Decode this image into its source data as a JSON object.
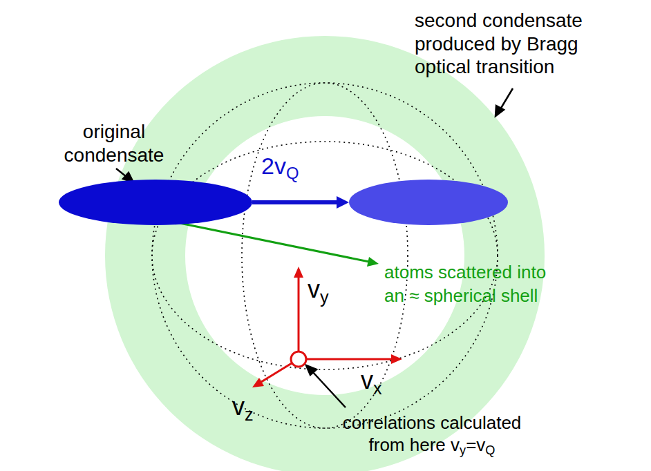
{
  "diagram": {
    "nodes": [
      {
        "text": [
          "original condensate"
        ]
      },
      {
        "text": [
          "second condensate produced by Bragg optical transition"
        ]
      }
    ],
    "edges": [
      {
        "from": 0,
        "to": 1,
        "arrow": "to",
        "label": "2v"
      }
    ],
    "labels": [
      "Q",
      "atoms scattered into an ≈ spherical shell",
      "v",
      "y",
      "v",
      "z",
      "v",
      "x",
      "correlations calculated",
      "from here v",
      "y",
      "=v",
      "Q"
    ]
  }
}
